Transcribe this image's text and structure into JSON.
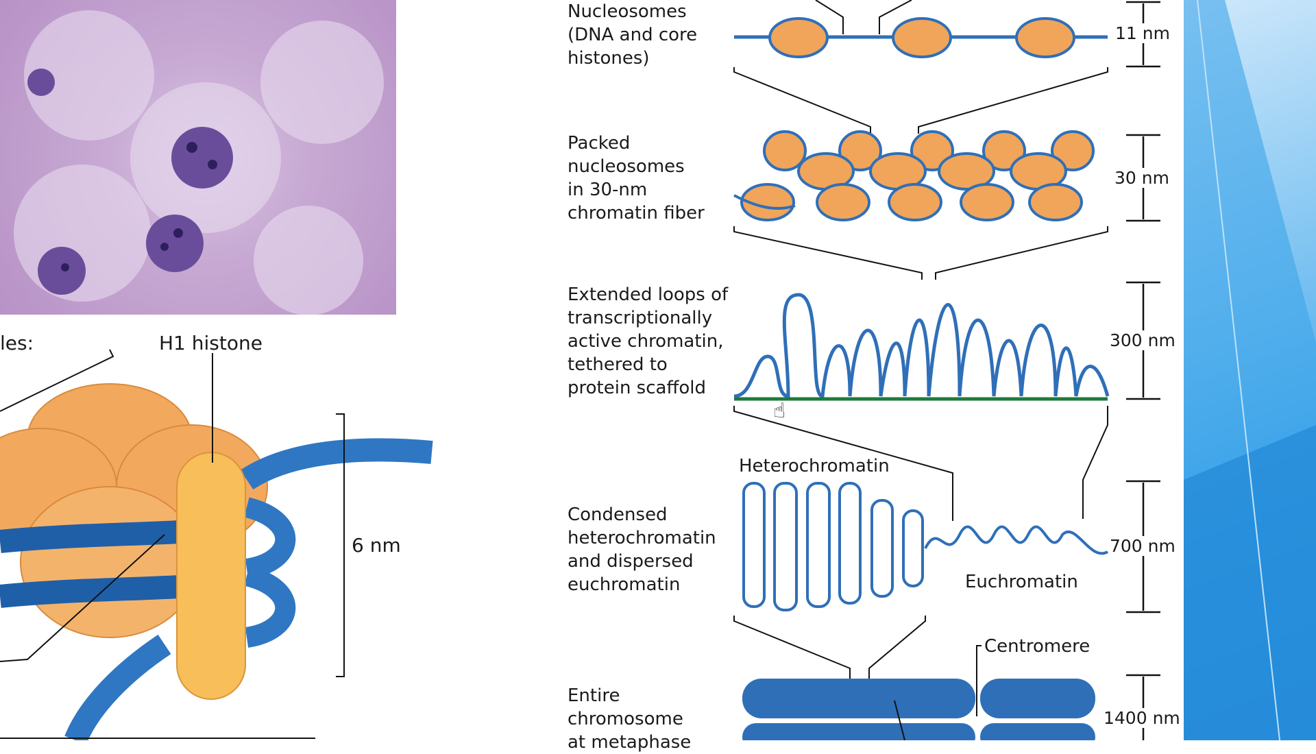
{
  "micrograph": {
    "description_icon": "cell-nuclei-micrograph"
  },
  "nucleosome_detail": {
    "partial_label": "les:",
    "h1_label": "H1 histone",
    "size_label": "6 nm"
  },
  "levels": [
    {
      "label": "Nucleosomes\n(DNA and core\nhistones)",
      "scale": "11 nm"
    },
    {
      "label": "Packed\nnucleosomes\nin 30-nm\nchromatin fiber",
      "scale": "30 nm"
    },
    {
      "label": "Extended loops of\ntranscriptionally\nactive chromatin,\ntethered to\nprotein scaffold",
      "scale": "300 nm"
    },
    {
      "label": "Condensed\nheterochromatin\nand dispersed\neuchromatin",
      "scale": "700 nm"
    },
    {
      "label": "Entire\nchromosome\nat metaphase",
      "scale": "1400 nm"
    }
  ],
  "annotations": {
    "heterochromatin": "Heterochromatin",
    "euchromatin": "Euchromatin",
    "centromere": "Centromere"
  },
  "colors": {
    "dna": "#2f6fb8",
    "histone": "#f0a55a",
    "micrograph": "#b58fc4",
    "slide_accent": "#2f9be6",
    "scaffold": "#1d7a3a"
  }
}
